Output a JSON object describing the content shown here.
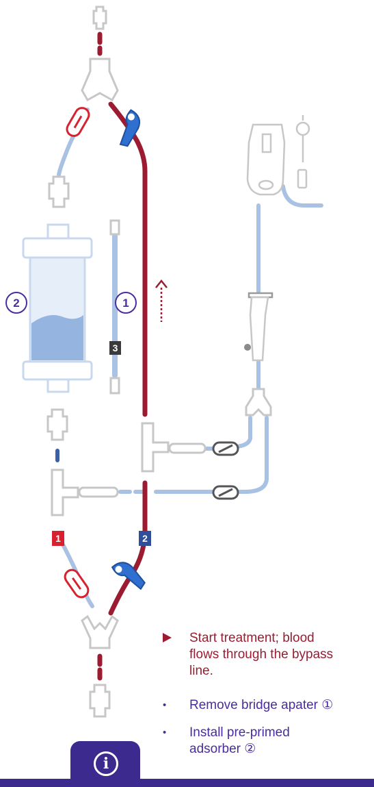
{
  "diagram": {
    "circle_label_1": "1",
    "circle_label_2": "2",
    "tag_3": "3",
    "tag_1": "1",
    "tag_2": "2"
  },
  "instructions": {
    "main_step": "Start treatment; blood flows through the bypass line.",
    "bullets": [
      "Remove bridge apater ①",
      "Install pre-primed adsorber ②"
    ]
  },
  "footer": {
    "info_icon": "info-icon"
  },
  "colors": {
    "blood": "#9b1b30",
    "saline": "#a9c1e3",
    "clamp_red": "#d8212f",
    "clamp_blue": "#2f6fcf",
    "accent": "#3d2a8f"
  }
}
